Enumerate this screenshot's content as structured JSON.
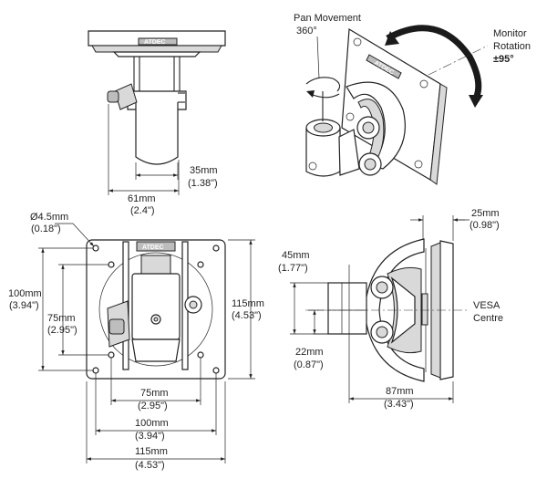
{
  "brand": "ATDEC",
  "iso_view": {
    "pan_label": "Pan Movement",
    "pan_value": "360°",
    "rotation_label_1": "Monitor",
    "rotation_label_2": "Rotation",
    "rotation_value": "±95°"
  },
  "top_view": {
    "dim_35_mm": "35mm",
    "dim_35_in": "(1.38\")",
    "dim_61_mm": "61mm",
    "dim_61_in": "(2.4\")"
  },
  "front_view": {
    "hole_mm": "Ø4.5mm",
    "hole_in": "(0.18\")",
    "dim_100v_mm": "100mm",
    "dim_100v_in": "(3.94\")",
    "dim_75v_mm": "75mm",
    "dim_75v_in": "(2.95\")",
    "dim_115v_mm": "115mm",
    "dim_115v_in": "(4.53\")",
    "dim_75h_mm": "75mm",
    "dim_75h_in": "(2.95\")",
    "dim_100h_mm": "100mm",
    "dim_100h_in": "(3.94\")",
    "dim_115h_mm": "115mm",
    "dim_115h_in": "(4.53\")"
  },
  "side_view": {
    "dim_25_mm": "25mm",
    "dim_25_in": "(0.98\")",
    "dim_45_mm": "45mm",
    "dim_45_in": "(1.77\")",
    "dim_22_mm": "22mm",
    "dim_22_in": "(0.87\")",
    "dim_87_mm": "87mm",
    "dim_87_in": "(3.43\")",
    "vesa_label_1": "VESA",
    "vesa_label_2": "Centre"
  }
}
